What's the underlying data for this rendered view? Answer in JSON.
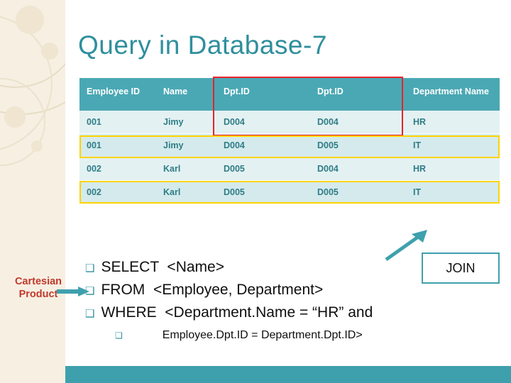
{
  "slide": {
    "title": "Query in Database-7",
    "table": {
      "headers": [
        "Employee ID",
        "Name",
        "Dpt.ID",
        "Dpt.ID",
        "Department Name"
      ],
      "rows": [
        [
          "001",
          "Jimy",
          "D004",
          "D004",
          "HR"
        ],
        [
          "001",
          "Jimy",
          "D004",
          "D005",
          "IT"
        ],
        [
          "002",
          "Karl",
          "D005",
          "D004",
          "HR"
        ],
        [
          "002",
          "Karl",
          "D005",
          "D005",
          "IT"
        ]
      ]
    },
    "query_lines": [
      {
        "bullet": "❑",
        "text": "SELECT  <Name>"
      },
      {
        "bullet": "❑",
        "text": "FROM  <Employee, Department>"
      },
      {
        "bullet": "❑",
        "text": "WHERE  <Department.Name = “HR” and"
      },
      {
        "bullet": "❑",
        "text": "Employee.Dpt.ID = Department.Dpt.ID>"
      }
    ],
    "annotations": {
      "cartesian_label": "Cartesian Product",
      "join_label": "JOIN"
    },
    "colors": {
      "title": "#2f8f9d",
      "header_bg": "#4aa8b4",
      "row_bg": "#e3f1f2",
      "row_alt_bg": "#d5eaec",
      "highlight_red": "#e8222a",
      "highlight_yellow": "#ffd400",
      "accent_teal": "#3fa0ad",
      "annotation_red": "#c0392b",
      "band_beige": "#f6efe2"
    }
  }
}
